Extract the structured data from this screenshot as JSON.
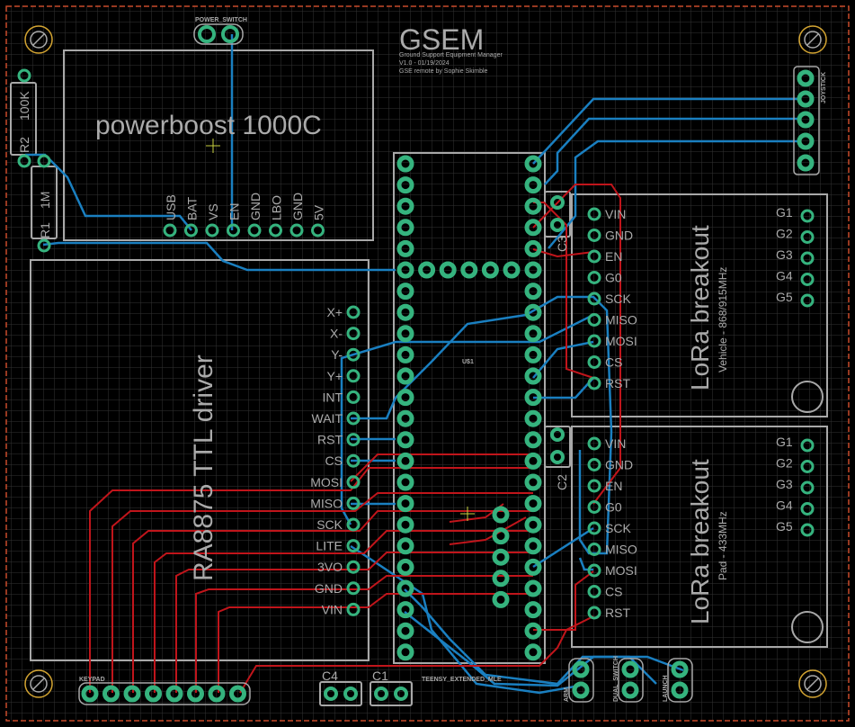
{
  "title": {
    "name": "GSEM",
    "subtitle": "Ground Support Equipment Manager",
    "version": "V1.0 - 01/19/2024",
    "author": "GSE remote by Sophie Skimble"
  },
  "colors": {
    "background": "#000000",
    "grid": "#3a3a3a",
    "outline": "#a8a8a8",
    "pad": "#35b37e",
    "trace_top": "#c0151b",
    "trace_bottom": "#1a7fc0",
    "board_edge": "#c84b2a",
    "mount_ring": "#d4a532",
    "origin": "#c8d040"
  },
  "components": {
    "power_switch": {
      "label": "POWER_SWITCH"
    },
    "powerboost": {
      "label": "powerboost 1000C",
      "pins": [
        "USB",
        "BAT",
        "VS",
        "EN",
        "GND",
        "LBO",
        "GND",
        "5V"
      ]
    },
    "r1": {
      "ref": "R1",
      "value": "1M"
    },
    "r2": {
      "ref": "R2",
      "value": "100K"
    },
    "joystick": {
      "label": "JOYSTICK"
    },
    "display_driver": {
      "label": "RA8875 TTL driver",
      "pins": [
        "X+",
        "X-",
        "Y-",
        "Y+",
        "INT",
        "WAIT",
        "RST",
        "CS",
        "MOSI",
        "MISO",
        "SCK",
        "LITE",
        "3VO",
        "GND",
        "VIN"
      ]
    },
    "mcu": {
      "ref": "U$1",
      "label": "TEENSY_EXTENDED_MLE"
    },
    "lora_vehicle": {
      "label": "LoRa breakout",
      "sublabel": "Vehicle - 868/915MHz",
      "pins": [
        "VIN",
        "GND",
        "EN",
        "G0",
        "SCK",
        "MISO",
        "MOSI",
        "CS",
        "RST"
      ],
      "gpio": [
        "G1",
        "G2",
        "G3",
        "G4",
        "G5"
      ]
    },
    "lora_pad": {
      "label": "LoRa breakout",
      "sublabel": "Pad - 433MHz",
      "pins": [
        "VIN",
        "GND",
        "EN",
        "G0",
        "SCK",
        "MISO",
        "MOSI",
        "CS",
        "RST"
      ],
      "gpio": [
        "G1",
        "G2",
        "G3",
        "G4",
        "G5"
      ]
    },
    "c1": {
      "ref": "C1"
    },
    "c2": {
      "ref": "C2"
    },
    "c3": {
      "ref": "C3"
    },
    "c4": {
      "ref": "C4"
    },
    "keypad": {
      "label": "KEYPAD"
    },
    "arm_switch": {
      "label": "ARM"
    },
    "dual_switch": {
      "label": "DUAL_SWITCH"
    },
    "launch_button": {
      "label": "LAUNCH"
    }
  }
}
